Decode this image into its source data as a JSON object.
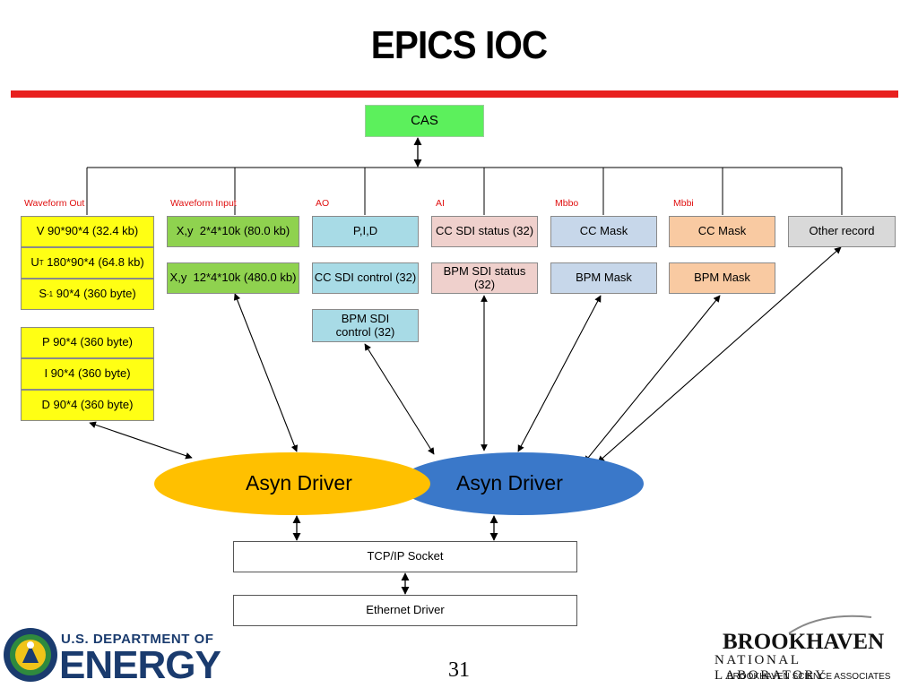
{
  "title": "EPICS IOC",
  "cas": "CAS",
  "categories": {
    "waveform_out": "Waveform Out",
    "waveform_input": "Waveform Input",
    "ao": "AO",
    "ai": "AI",
    "mbbo": "Mbbo",
    "mbbi": "Mbbi"
  },
  "waveform_out": {
    "v": "V 90*90*4 (32.4 kb)",
    "ut_base": "U",
    "ut_sup": "T",
    "ut_rest": " 180*90*4 (64.8 kb)",
    "s_base": "S",
    "s_sup": "-1",
    "s_rest": " 90*4 (360 byte)",
    "p": "P 90*4 (360 byte)",
    "i": "I 90*4 (360 byte)",
    "d": "D 90*4 (360 byte)"
  },
  "waveform_input": {
    "xy1": "X,y  2*4*10k (80.0 kb)",
    "xy2": "X,y  12*4*10k (480.0 kb)"
  },
  "ao": {
    "pid": "P,I,D",
    "cc_sdi_control": "CC SDI control (32)",
    "bpm_sdi_control": "BPM SDI control (32)"
  },
  "ai": {
    "cc_sdi_status": "CC SDI status (32)",
    "bpm_sdi_status": "BPM SDI status (32)"
  },
  "mbbo": {
    "cc_mask": "CC Mask",
    "bpm_mask": "BPM Mask"
  },
  "mbbi": {
    "cc_mask": "CC Mask",
    "bpm_mask": "BPM Mask"
  },
  "other_record": "Other record",
  "asyn_left": "Asyn Driver",
  "asyn_right": "Asyn Driver",
  "tcpip": "TCP/IP Socket",
  "ethernet": "Ethernet Driver",
  "footer": {
    "doe_line1": "U.S. DEPARTMENT OF",
    "doe_line2": "ENERGY",
    "bnl_line1": "BROOKHAVEN",
    "bnl_line2": "NATIONAL LABORATORY",
    "bnl_line3": "BROOKHAVEN SCIENCE ASSOCIATES",
    "page_number": "31"
  },
  "colors": {
    "red_bar": "#e8201e",
    "asyn_left": "#ffc000",
    "asyn_right": "#3a78c9",
    "cas": "#5cf05c"
  }
}
